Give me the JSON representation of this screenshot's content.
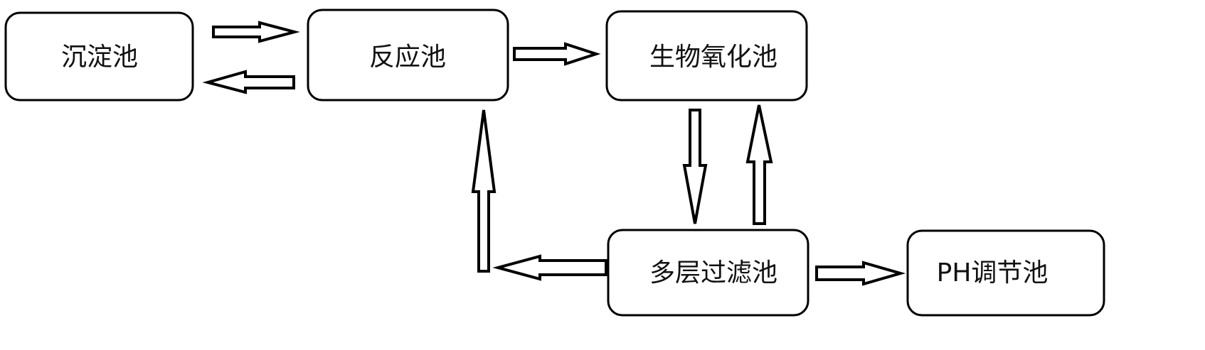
{
  "diagram": {
    "nodes": {
      "sedimentation": {
        "label": "沉淀池"
      },
      "reaction": {
        "label": "反应池"
      },
      "biological_oxidation": {
        "label": "生物氧化池"
      },
      "multilayer_filter": {
        "label": "多层过滤池"
      },
      "ph_adjustment": {
        "label": "PH调节池"
      }
    },
    "flows": [
      {
        "from": "sedimentation",
        "to": "reaction"
      },
      {
        "from": "reaction",
        "to": "sedimentation"
      },
      {
        "from": "reaction",
        "to": "biological_oxidation"
      },
      {
        "from": "biological_oxidation",
        "to": "multilayer_filter"
      },
      {
        "from": "multilayer_filter",
        "to": "biological_oxidation"
      },
      {
        "from": "multilayer_filter",
        "to": "reaction"
      },
      {
        "from": "multilayer_filter",
        "to": "ph_adjustment"
      }
    ]
  }
}
